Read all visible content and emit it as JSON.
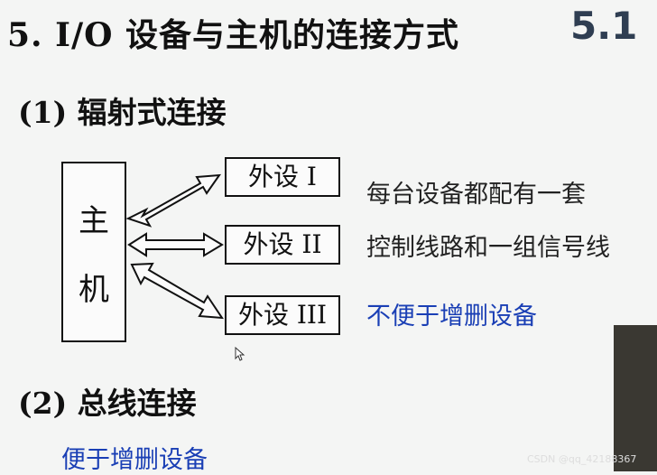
{
  "slide": {
    "title": "5.  I/O 设备与主机的连接方式",
    "badge": "5.1",
    "section1": "(1) 辐射式连接",
    "section2": "(2) 总线连接",
    "host_char1": "主",
    "host_char2": "机",
    "devices": [
      "外设  I",
      "外设  II",
      "外设  III"
    ],
    "notes": [
      "每台设备都配有一套",
      "控制线路和一组信号线",
      "不便于增删设备"
    ],
    "bus_note": "便于增删设备",
    "colors": {
      "note_blue": "#1a3fb5",
      "text": "#111111",
      "background": "#f4f5f4",
      "badge": "#2f3e52"
    }
  },
  "watermark": "CSDN @qq_42188367"
}
